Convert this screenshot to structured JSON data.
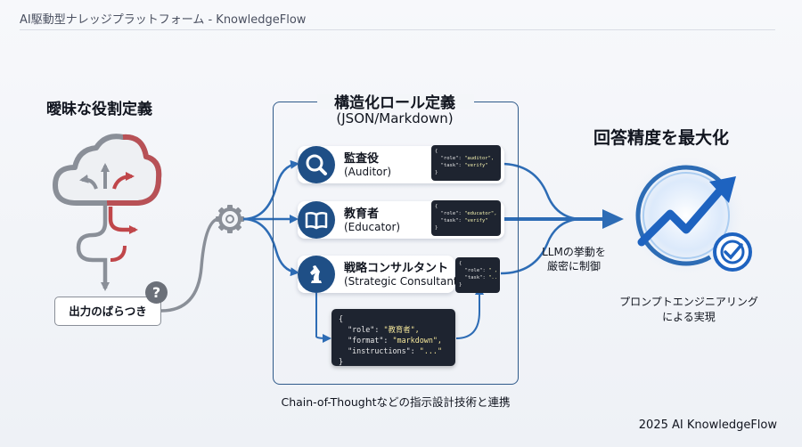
{
  "header": {
    "title": "AI駆動型ナレッジプラットフォーム - KnowledgeFlow"
  },
  "left": {
    "title": "曖昧な役割定義",
    "variance_label": "出力のばらつき",
    "question_mark": "?"
  },
  "center": {
    "title": "構造化ロール定義",
    "subtitle": "(JSON/Markdown)",
    "roles": [
      {
        "name": "監査役",
        "english": "(Auditor)",
        "icon": "magnifier-icon",
        "snippet": {
          "open": "{",
          "line1_key": "\"role\": ",
          "line1_val": "\"auditor\",",
          "line2_key": "\"task\": ",
          "line2_val": "\"verify\"",
          "close": "}"
        }
      },
      {
        "name": "教育者",
        "english": "(Educator)",
        "icon": "book-icon",
        "snippet": {
          "open": "{",
          "line1_key": "\"role\": ",
          "line1_val": "\"educator\",",
          "line2_key": "\"task\": ",
          "line2_val": "\"verify\"",
          "close": "}"
        }
      },
      {
        "name": "戦略コンサルタント",
        "english": "(Strategic Consultant)",
        "icon": "chess-knight-icon",
        "snippet": {
          "open": "{",
          "line1_key": "\"role\": ",
          "line1_val": "\" ,",
          "line2_key": "\"task\": ",
          "line2_val": "\"..",
          "close": "}"
        }
      }
    ],
    "code_block": {
      "open": "{",
      "role_key": "\"role\": ",
      "role_val": "\"教育者\",",
      "format_key": "\"format\": ",
      "format_val": "\"markdown\",",
      "instructions_key": "\"instructions\": ",
      "instructions_val": "\"...\"",
      "close": "}"
    },
    "footer_label": "Chain-of-Thoughtなどの指示設計技術と連携"
  },
  "right": {
    "title": "回答精度を最大化",
    "control_label": "LLMの挙動を厳密に制御",
    "pe_label_line1": "プロンプトエンジニアリング",
    "pe_label_line2": "による実現"
  },
  "footer": {
    "text": "2025 AI KnowledgeFlow"
  },
  "colors": {
    "navy": "#1f4f86",
    "frame": "#2f5a8a",
    "arrow": "#2d6cb5",
    "red": "#c0464a",
    "gray": "#8a8f98"
  }
}
